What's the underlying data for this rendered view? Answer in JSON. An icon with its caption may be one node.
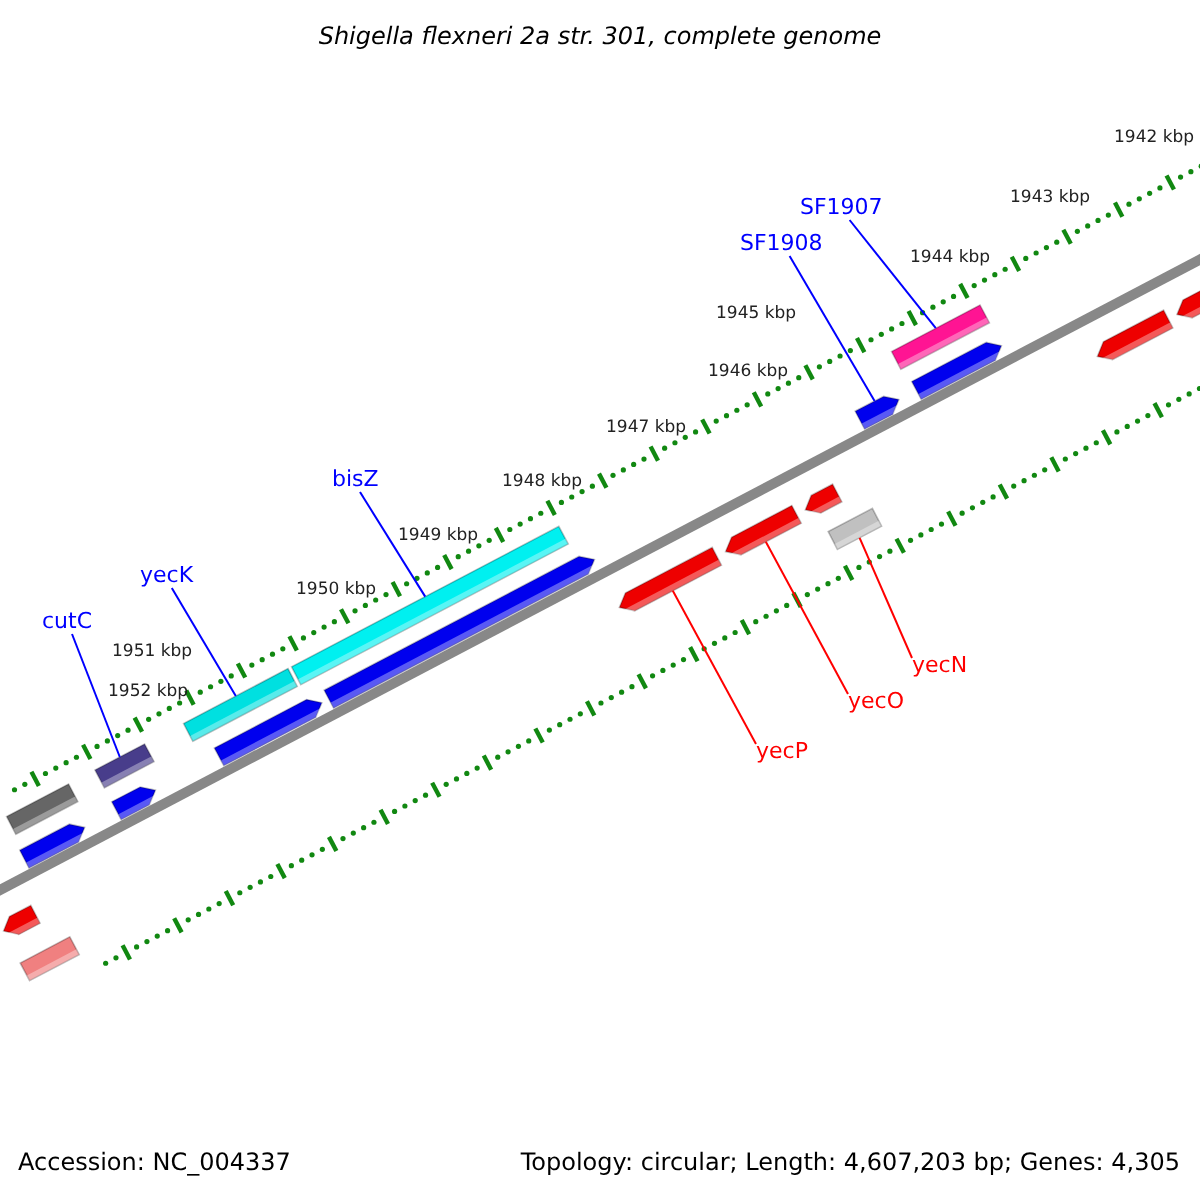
{
  "diagram": {
    "title": "Shigella flexneri 2a str. 301, complete genome",
    "nodes": [
      {
        "text": [
          "SF1907"
        ]
      },
      {
        "text": [
          "SF1908"
        ]
      },
      {
        "text": [
          "bisZ"
        ]
      },
      {
        "text": [
          "yecK"
        ]
      },
      {
        "text": [
          "cutC"
        ]
      },
      {
        "text": [
          "yecP"
        ]
      },
      {
        "text": [
          "yecO"
        ]
      },
      {
        "text": [
          "yecN"
        ]
      },
      {
        "text": [],
        "shape": "bar"
      },
      {
        "text": [],
        "shape": "arrow"
      },
      {
        "text": [],
        "shape": "arrow"
      },
      {
        "text": [],
        "shape": "bar"
      },
      {
        "text": [],
        "shape": "bar"
      },
      {
        "text": [],
        "shape": "arrow"
      },
      {
        "text": [],
        "shape": "bar"
      },
      {
        "text": [],
        "shape": "arrow"
      },
      {
        "text": [],
        "shape": "bar"
      },
      {
        "text": [],
        "shape": "arrow"
      },
      {
        "text": [],
        "shape": "arrow"
      },
      {
        "text": [],
        "shape": "arrow"
      },
      {
        "text": [],
        "shape": "arrow"
      },
      {
        "text": [],
        "shape": "bar"
      },
      {
        "text": [],
        "shape": "arrow"
      },
      {
        "text": [],
        "shape": "bar"
      },
      {
        "text": [],
        "shape": "arrow"
      },
      {
        "text": [],
        "shape": "arrow"
      },
      {
        "text": [],
        "shape": "arrow"
      }
    ],
    "edges": [
      {
        "from": 0,
        "to": 23,
        "arrow": "none"
      },
      {
        "from": 1,
        "to": 22,
        "arrow": "none"
      },
      {
        "from": 2,
        "to": 16,
        "arrow": "none"
      },
      {
        "from": 3,
        "to": 14,
        "arrow": "none"
      },
      {
        "from": 4,
        "to": 12,
        "arrow": "none"
      },
      {
        "from": 5,
        "to": 18,
        "arrow": "none",
        "color": "#ff0000"
      },
      {
        "from": 6,
        "to": 19,
        "arrow": "none",
        "color": "#ff0000"
      },
      {
        "from": 7,
        "to": 21,
        "arrow": "none",
        "color": "#ff0000"
      }
    ],
    "labels": [
      "1942 kbp",
      "1943 kbp",
      "1944 kbp",
      "1945 kbp",
      "1946 kbp",
      "1947 kbp",
      "1948 kbp",
      "1949 kbp",
      "1950 kbp",
      "1951 kbp",
      "1952 kbp",
      "Accession: NC_004337",
      "Topology: circular; Length: 4,607,203 bp; Genes: 4,305"
    ]
  }
}
